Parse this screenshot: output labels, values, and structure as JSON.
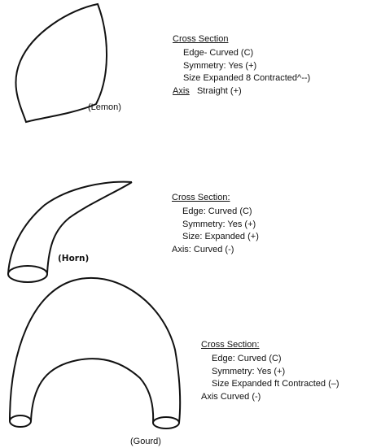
{
  "shapes": [
    {
      "id": "lemon",
      "label": "(Lemon)",
      "cross_section_title": "Cross Section",
      "edge": "Edge- Curved (C)",
      "symmetry": "Symmetry: Yes (+)",
      "size": "Size  Expanded 8 Contracted^--)",
      "axis_label": "Axis",
      "axis_value": "Straight (+)"
    },
    {
      "id": "horn",
      "label": "(Horn)",
      "cross_section_title": "Cross Section:",
      "edge": "Edge: Curved (C)",
      "symmetry": "Symmetry: Yes (+)",
      "size": "Size:  Expanded (+)",
      "axis": "Axis:  Curved  (-)"
    },
    {
      "id": "gourd",
      "label": "(Gourd)",
      "cross_section_title": "Cross Section:",
      "edge": "Edge: Curved (C)",
      "symmetry": "Symmetry: Yes (+)",
      "size": "Size   Expanded  ft  Contracted (–)",
      "axis": "Axis   Curved  (-)"
    }
  ]
}
